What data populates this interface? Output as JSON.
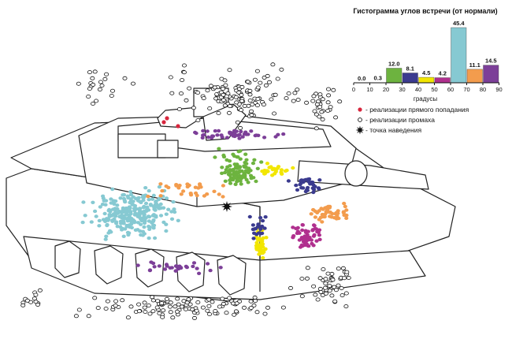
{
  "histogram": {
    "title": "Гистограмма углов встречи (от нормали)",
    "xlabel": "градусы",
    "ticks": [
      "0",
      "10",
      "20",
      "30",
      "40",
      "50",
      "60",
      "70",
      "80",
      "90"
    ],
    "value_labels": [
      "0.0",
      "0.3",
      "12.0",
      "8.1",
      "4.5",
      "4.2",
      "45.4",
      "11.1",
      "14.5"
    ]
  },
  "legend": {
    "hit": "- реализации прямого попадания",
    "miss": "- реализации промаха",
    "aim": "- точка наведения"
  },
  "colors": {
    "bin_0_10": "#e8e8e8",
    "bin_10_20": "#e8e8e8",
    "bin_20_30": "#6db33f",
    "bin_30_40": "#3b3b8f",
    "bin_40_50": "#f2e600",
    "bin_50_60": "#b0308e",
    "bin_60_70": "#86c9d2",
    "bin_70_80": "#f39c4d",
    "bin_80_90": "#7c3f98",
    "hit_marker": "#d7263d",
    "miss_marker": "#ffffff",
    "aim_marker": "#111111"
  },
  "chart_data": {
    "type": "bar",
    "title": "Гистограмма углов встречи (от нормали)",
    "xlabel": "градусы",
    "categories": [
      "0-10",
      "10-20",
      "20-30",
      "30-40",
      "40-50",
      "50-60",
      "60-70",
      "70-80",
      "80-90"
    ],
    "values": [
      0.0,
      0.3,
      12.0,
      8.1,
      4.5,
      4.2,
      45.4,
      11.1,
      14.5
    ],
    "ylim": [
      0,
      45.4
    ]
  }
}
